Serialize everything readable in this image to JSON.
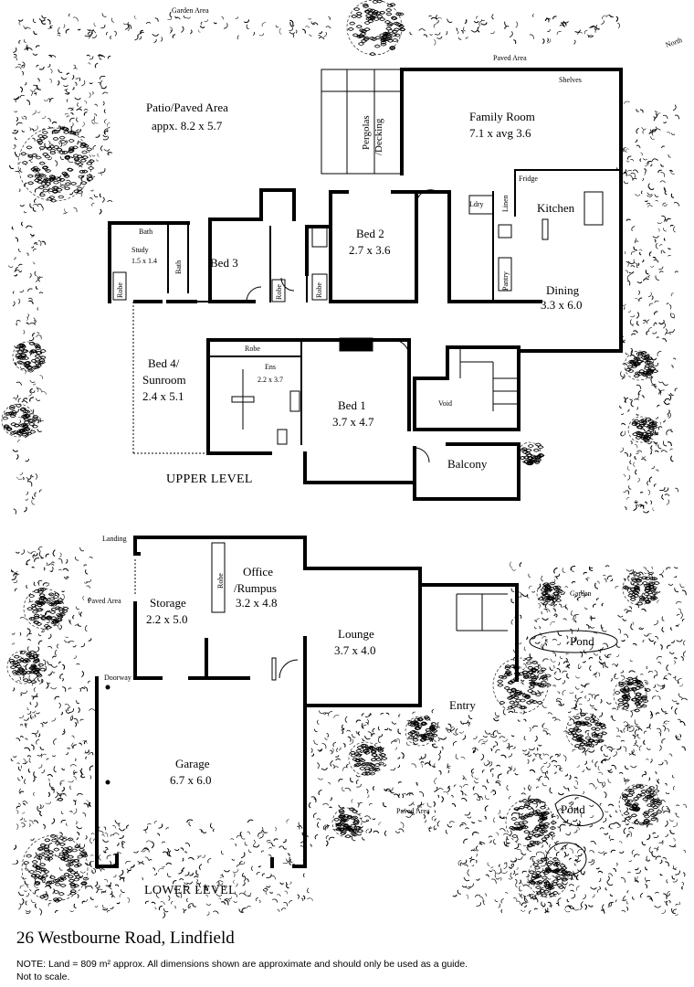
{
  "labels": {
    "garden_area": "Garden Area",
    "north": "North",
    "paved_area_top": "Paved Area",
    "patio_title": "Patio/Paved Area",
    "patio_dim": "appx. 8.2 x 5.7",
    "pergolas": "Pergolas",
    "decking": "/Decking",
    "family_room": "Family Room",
    "family_dim": "7.1 x avg 3.6",
    "shelves": "Shelves",
    "kitchen": "Kitchen",
    "fridge": "Fridge",
    "dining": "Dining",
    "dining_dim": "3.3 x 6.0",
    "bed2": "Bed 2",
    "bed2_dim": "2.7 x 3.6",
    "bed3": "Bed 3",
    "bath": "Bath",
    "study": "Study",
    "study_dim": "1.5 x 1.4",
    "robe": "Robe",
    "linen": "Linen",
    "ldry": "Ldry",
    "pantry": "Pantry",
    "bed4": "Bed 4/",
    "sunroom": "Sunroom",
    "bed4_dim": "2.4 x 5.1",
    "ens": "Ens",
    "ens_dim": "2.2 x 3.7",
    "bed1": "Bed 1",
    "bed1_dim": "3.7 x 4.7",
    "void": "Void",
    "balcony": "Balcony",
    "upper_level": "UPPER LEVEL",
    "office": "Office",
    "rumpus": "/Rumpus",
    "office_dim": "3.2 x 4.8",
    "storage": "Storage",
    "storage_dim": "2.2 x 5.0",
    "lounge": "Lounge",
    "lounge_dim": "3.7 x 4.0",
    "entry": "Entry",
    "garage": "Garage",
    "garage_dim": "6.7 x 6.0",
    "lower_level": "LOWER LEVEL",
    "pond1": "Pond",
    "pond2": "Pond",
    "paved_area_lower": "Paved Area",
    "paved_area_left": "Paved Area",
    "landing": "Landing",
    "garden_left": "Garden",
    "doorway": "Doorway"
  },
  "footer": {
    "address": "26 Westbourne Road, Lindfield",
    "note": "NOTE: Land = 809 m² approx. All dimensions shown are approximate and should only be used as a guide. Not to scale."
  }
}
